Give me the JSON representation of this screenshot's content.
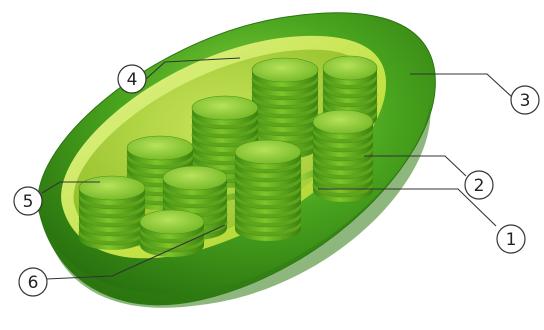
{
  "callouts": [
    {
      "id": "c1",
      "number": "1"
    },
    {
      "id": "c2",
      "number": "2"
    },
    {
      "id": "c3",
      "number": "3"
    },
    {
      "id": "c4",
      "number": "4"
    },
    {
      "id": "c5",
      "number": "5"
    },
    {
      "id": "c6",
      "number": "6"
    }
  ],
  "colors": {
    "outer_membrane": "#3e9e1c",
    "outer_membrane_dark": "#2e7a12",
    "inner_rim": "#c8e64a",
    "stroma": "#aed23a",
    "granum_light": "#8ccc28",
    "granum_dark": "#3d8a12",
    "leader": "#333333"
  }
}
